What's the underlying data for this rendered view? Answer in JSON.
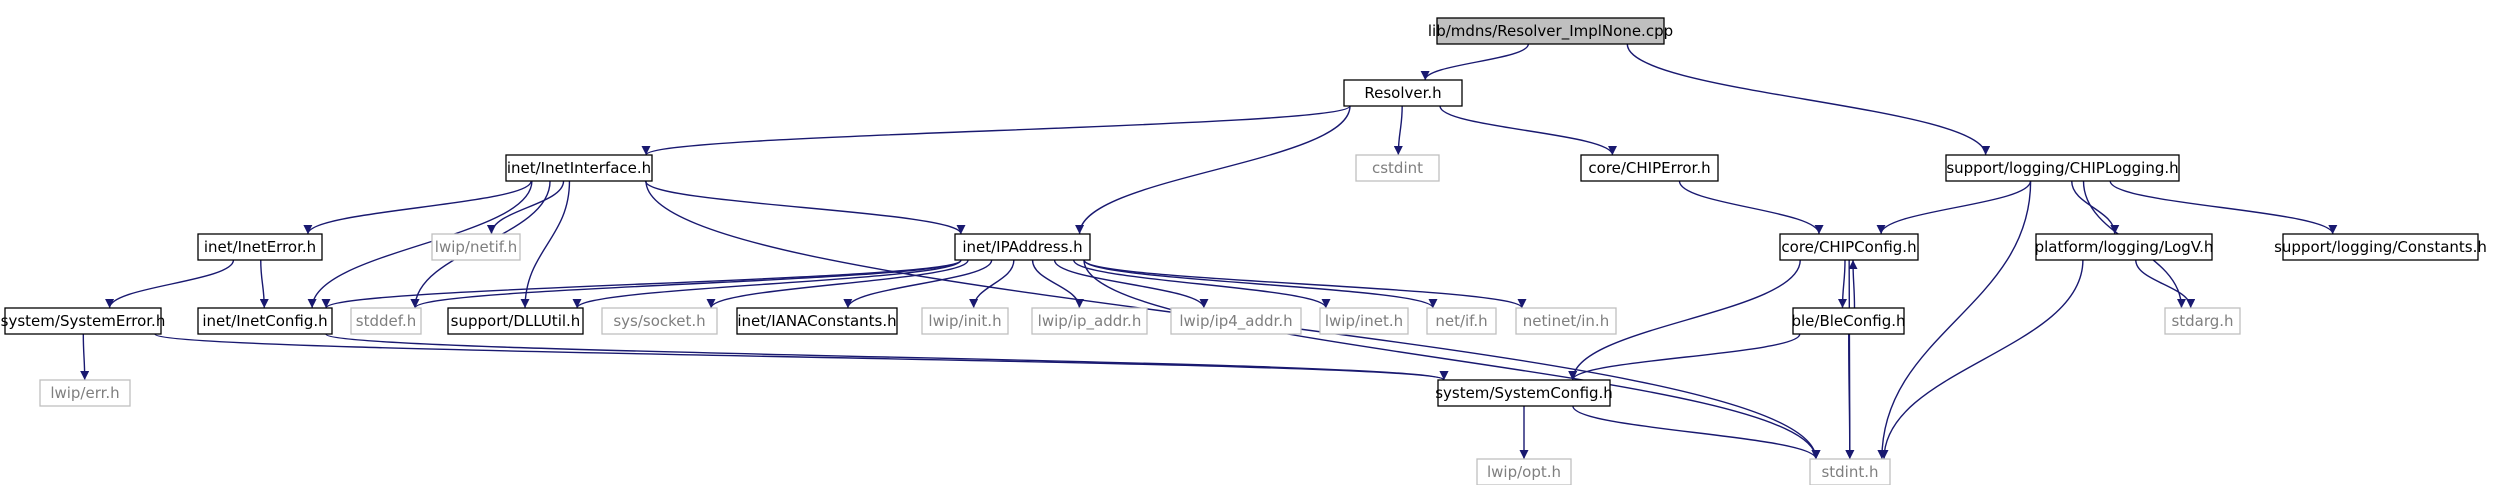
{
  "colors": {
    "edge": "#191970",
    "box_border": "#000000",
    "ext_border": "#bfbfbf",
    "root_fill": "#bfbfbf",
    "text": "#000000",
    "ext_text": "#7f7f7f"
  },
  "nodes": [
    {
      "id": "n0",
      "label": "lib/mdns/Resolver_ImplNone.cpp",
      "kind": "root"
    },
    {
      "id": "n1",
      "label": "Resolver.h",
      "kind": "box"
    },
    {
      "id": "n2",
      "label": "inet/InetInterface.h",
      "kind": "box"
    },
    {
      "id": "n3",
      "label": "cstdint",
      "kind": "ext"
    },
    {
      "id": "n4",
      "label": "core/CHIPError.h",
      "kind": "box"
    },
    {
      "id": "n5",
      "label": "support/logging/CHIPLogging.h",
      "kind": "box"
    },
    {
      "id": "n6",
      "label": "inet/InetError.h",
      "kind": "box"
    },
    {
      "id": "n7",
      "label": "lwip/netif.h",
      "kind": "ext"
    },
    {
      "id": "n8",
      "label": "inet/IPAddress.h",
      "kind": "box"
    },
    {
      "id": "n9",
      "label": "core/CHIPConfig.h",
      "kind": "box"
    },
    {
      "id": "n10",
      "label": "platform/logging/LogV.h",
      "kind": "box"
    },
    {
      "id": "n11",
      "label": "support/logging/Constants.h",
      "kind": "box"
    },
    {
      "id": "n12",
      "label": "system/SystemError.h",
      "kind": "box"
    },
    {
      "id": "n13",
      "label": "inet/InetConfig.h",
      "kind": "box"
    },
    {
      "id": "n14",
      "label": "stddef.h",
      "kind": "ext"
    },
    {
      "id": "n15",
      "label": "support/DLLUtil.h",
      "kind": "box"
    },
    {
      "id": "n16",
      "label": "sys/socket.h",
      "kind": "ext"
    },
    {
      "id": "n17",
      "label": "inet/IANAConstants.h",
      "kind": "box"
    },
    {
      "id": "n18",
      "label": "lwip/init.h",
      "kind": "ext"
    },
    {
      "id": "n19",
      "label": "lwip/ip_addr.h",
      "kind": "ext"
    },
    {
      "id": "n20",
      "label": "lwip/ip4_addr.h",
      "kind": "ext"
    },
    {
      "id": "n21",
      "label": "lwip/inet.h",
      "kind": "ext"
    },
    {
      "id": "n22",
      "label": "net/if.h",
      "kind": "ext"
    },
    {
      "id": "n23",
      "label": "netinet/in.h",
      "kind": "ext"
    },
    {
      "id": "n24",
      "label": "ble/BleConfig.h",
      "kind": "box"
    },
    {
      "id": "n25",
      "label": "stdarg.h",
      "kind": "ext"
    },
    {
      "id": "n26",
      "label": "lwip/err.h",
      "kind": "ext"
    },
    {
      "id": "n27",
      "label": "system/SystemConfig.h",
      "kind": "box"
    },
    {
      "id": "n28",
      "label": "lwip/opt.h",
      "kind": "ext"
    },
    {
      "id": "n29",
      "label": "stdint.h",
      "kind": "ext"
    }
  ],
  "edges": [
    [
      "n0",
      "n1"
    ],
    [
      "n0",
      "n5"
    ],
    [
      "n1",
      "n2"
    ],
    [
      "n1",
      "n3"
    ],
    [
      "n1",
      "n4"
    ],
    [
      "n1",
      "n8"
    ],
    [
      "n2",
      "n6"
    ],
    [
      "n2",
      "n7"
    ],
    [
      "n2",
      "n8"
    ],
    [
      "n2",
      "n13"
    ],
    [
      "n2",
      "n14"
    ],
    [
      "n2",
      "n15"
    ],
    [
      "n2",
      "n29"
    ],
    [
      "n4",
      "n9"
    ],
    [
      "n5",
      "n9"
    ],
    [
      "n5",
      "n10"
    ],
    [
      "n5",
      "n11"
    ],
    [
      "n5",
      "n25"
    ],
    [
      "n5",
      "n29"
    ],
    [
      "n6",
      "n12"
    ],
    [
      "n6",
      "n13"
    ],
    [
      "n8",
      "n13"
    ],
    [
      "n8",
      "n14"
    ],
    [
      "n8",
      "n15"
    ],
    [
      "n8",
      "n16"
    ],
    [
      "n8",
      "n17"
    ],
    [
      "n8",
      "n18"
    ],
    [
      "n8",
      "n19"
    ],
    [
      "n8",
      "n20"
    ],
    [
      "n8",
      "n21"
    ],
    [
      "n8",
      "n22"
    ],
    [
      "n8",
      "n23"
    ],
    [
      "n8",
      "n29"
    ],
    [
      "n9",
      "n24"
    ],
    [
      "n9",
      "n27"
    ],
    [
      "n9",
      "n29"
    ],
    [
      "n24",
      "n9"
    ],
    [
      "n24",
      "n27"
    ],
    [
      "n24",
      "n29"
    ],
    [
      "n10",
      "n25"
    ],
    [
      "n10",
      "n29"
    ],
    [
      "n12",
      "n26"
    ],
    [
      "n12",
      "n27"
    ],
    [
      "n13",
      "n27"
    ],
    [
      "n27",
      "n28"
    ],
    [
      "n27",
      "n29"
    ]
  ]
}
